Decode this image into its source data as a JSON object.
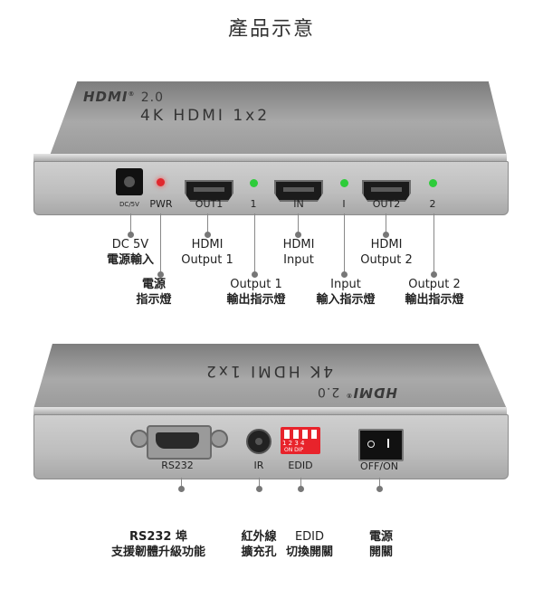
{
  "title": "產品示意",
  "front": {
    "logo": "HDMI",
    "logo_version": "2.0",
    "model": "4K HDMI 1x2",
    "port_labels": {
      "dc": "DC/5V",
      "pwr": "PWR",
      "out1": "OUT1",
      "led1": "1",
      "in": "IN",
      "ledi": "I",
      "out2": "OUT2",
      "led2": "2"
    },
    "callouts": {
      "dc_en": "DC 5V",
      "dc_zh": "電源輸入",
      "pwr_zh1": "電源",
      "pwr_zh2": "指示燈",
      "out1_en1": "HDMI",
      "out1_en2": "Output 1",
      "led1_en": "Output 1",
      "led1_zh": "輸出指示燈",
      "in_en1": "HDMI",
      "in_en2": "Input",
      "ledi_en": "Input",
      "ledi_zh": "輸入指示燈",
      "out2_en1": "HDMI",
      "out2_en2": "Output 2",
      "led2_en": "Output 2",
      "led2_zh": "輸出指示燈"
    }
  },
  "back": {
    "logo": "HDMI",
    "logo_version": "2.0",
    "model": "4K HDMI 1x2",
    "port_labels": {
      "rs232": "RS232",
      "ir": "IR",
      "edid": "EDID",
      "dip_numbers": "1 2 3 4",
      "dip_text": "ON DIP",
      "switch": "OFF/ON"
    },
    "callouts": {
      "rs232_1": "RS232 埠",
      "rs232_2": "支援韌體升級功能",
      "ir_1": "紅外線",
      "ir_2": "擴充孔",
      "edid_1": "EDID",
      "edid_2": "切換開關",
      "power_1": "電源",
      "power_2": "開關"
    }
  },
  "colors": {
    "led_red": "#e0282e",
    "led_green": "#2ecc3a",
    "dip_red": "#e8232b"
  }
}
